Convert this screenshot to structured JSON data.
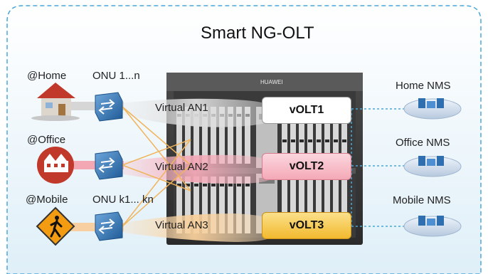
{
  "title": "Smart NG-OLT",
  "device_brand": "HUAWEI",
  "sites": [
    {
      "label": "@Home",
      "onu": "ONU 1...n",
      "an": "Virtual AN1",
      "volt": "vOLT1",
      "nms": "Home NMS",
      "color": "#d9d9d9"
    },
    {
      "label": "@Office",
      "onu": "",
      "an": "Virtual AN2",
      "volt": "vOLT2",
      "nms": "Office NMS",
      "color": "#f2a7b3"
    },
    {
      "label": "@Mobile",
      "onu": "ONU k1... kn",
      "an": "Virtual AN3",
      "volt": "vOLT3",
      "nms": "Mobile NMS",
      "color": "#f6c98b"
    }
  ],
  "colors": {
    "frame_dash": "#4aa6d8",
    "volt1_fill": "#ffffff",
    "volt2_fill": "#f8c3cd",
    "volt3_fill": "#f6c643",
    "link_line": "#f0b45a",
    "onu_blue": "#2f6fb0"
  }
}
